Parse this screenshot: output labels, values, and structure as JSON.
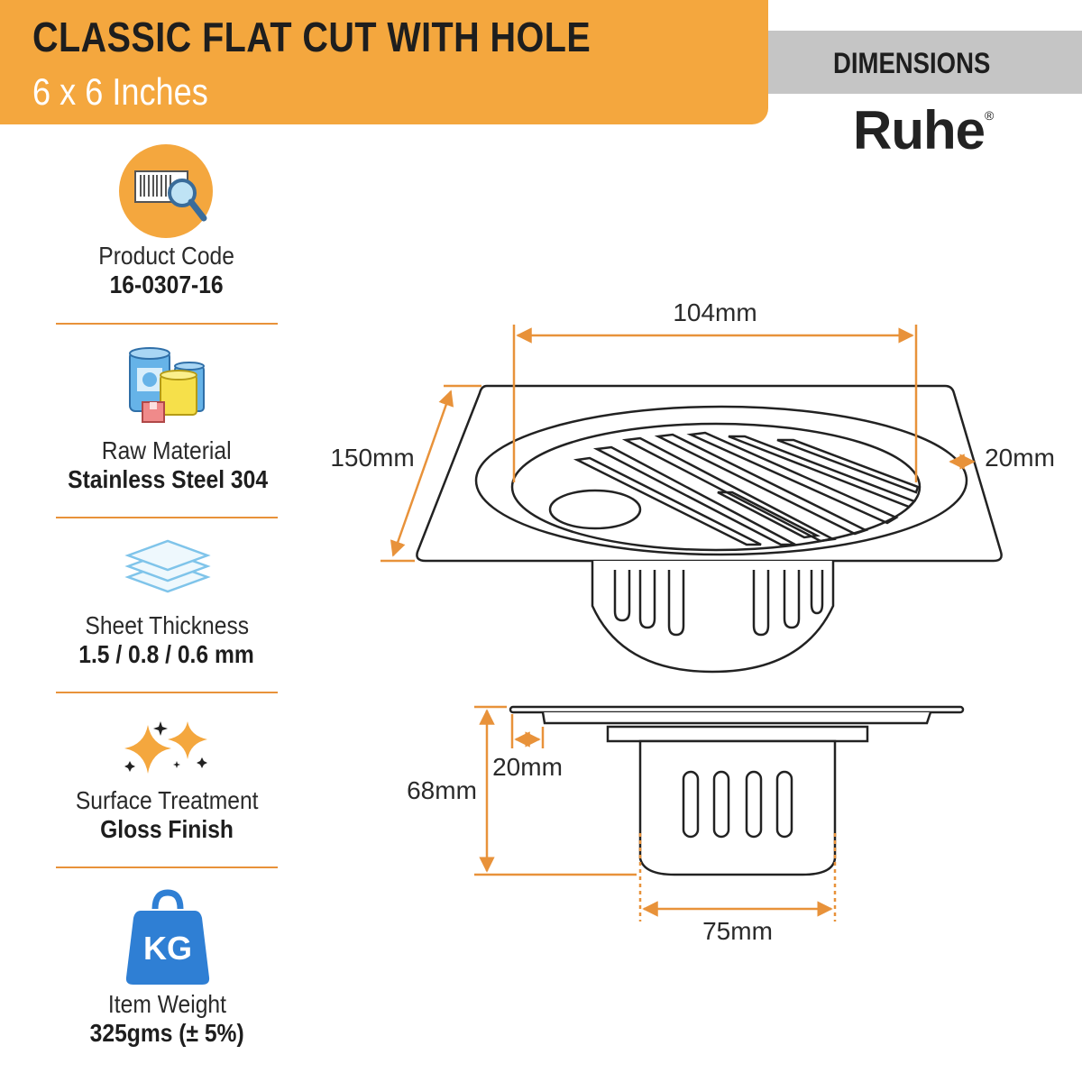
{
  "header": {
    "title": "CLASSIC FLAT CUT WITH HOLE",
    "subtitle": "6 x 6 Inches",
    "section": "DIMENSIONS",
    "brand": "Ruhe",
    "brand_mark": "®"
  },
  "specs": [
    {
      "label": "Product Code",
      "value": "16-0307-16",
      "icon": "barcode-search-icon"
    },
    {
      "label": "Raw Material",
      "value": "Stainless Steel 304",
      "icon": "material-drums-icon"
    },
    {
      "label": "Sheet Thickness",
      "value": "1.5 / 0.8 / 0.6 mm",
      "icon": "sheet-layers-icon"
    },
    {
      "label": "Surface Treatment",
      "value": "Gloss Finish",
      "icon": "sparkle-icon"
    },
    {
      "label": "Item Weight",
      "value": "325gms (± 5%)",
      "icon": "kg-weight-icon",
      "icon_text": "KG"
    }
  ],
  "dimensions": {
    "grate_width": "104mm",
    "plate_size": "150mm",
    "rim_width": "20mm",
    "height": "68mm",
    "flange": "20mm",
    "body_width": "75mm"
  },
  "colors": {
    "accent": "#f4a73e",
    "dimension_line": "#e8923a",
    "header_bar": "#c5c5c5",
    "icon_blue": "#2f7fd4"
  }
}
